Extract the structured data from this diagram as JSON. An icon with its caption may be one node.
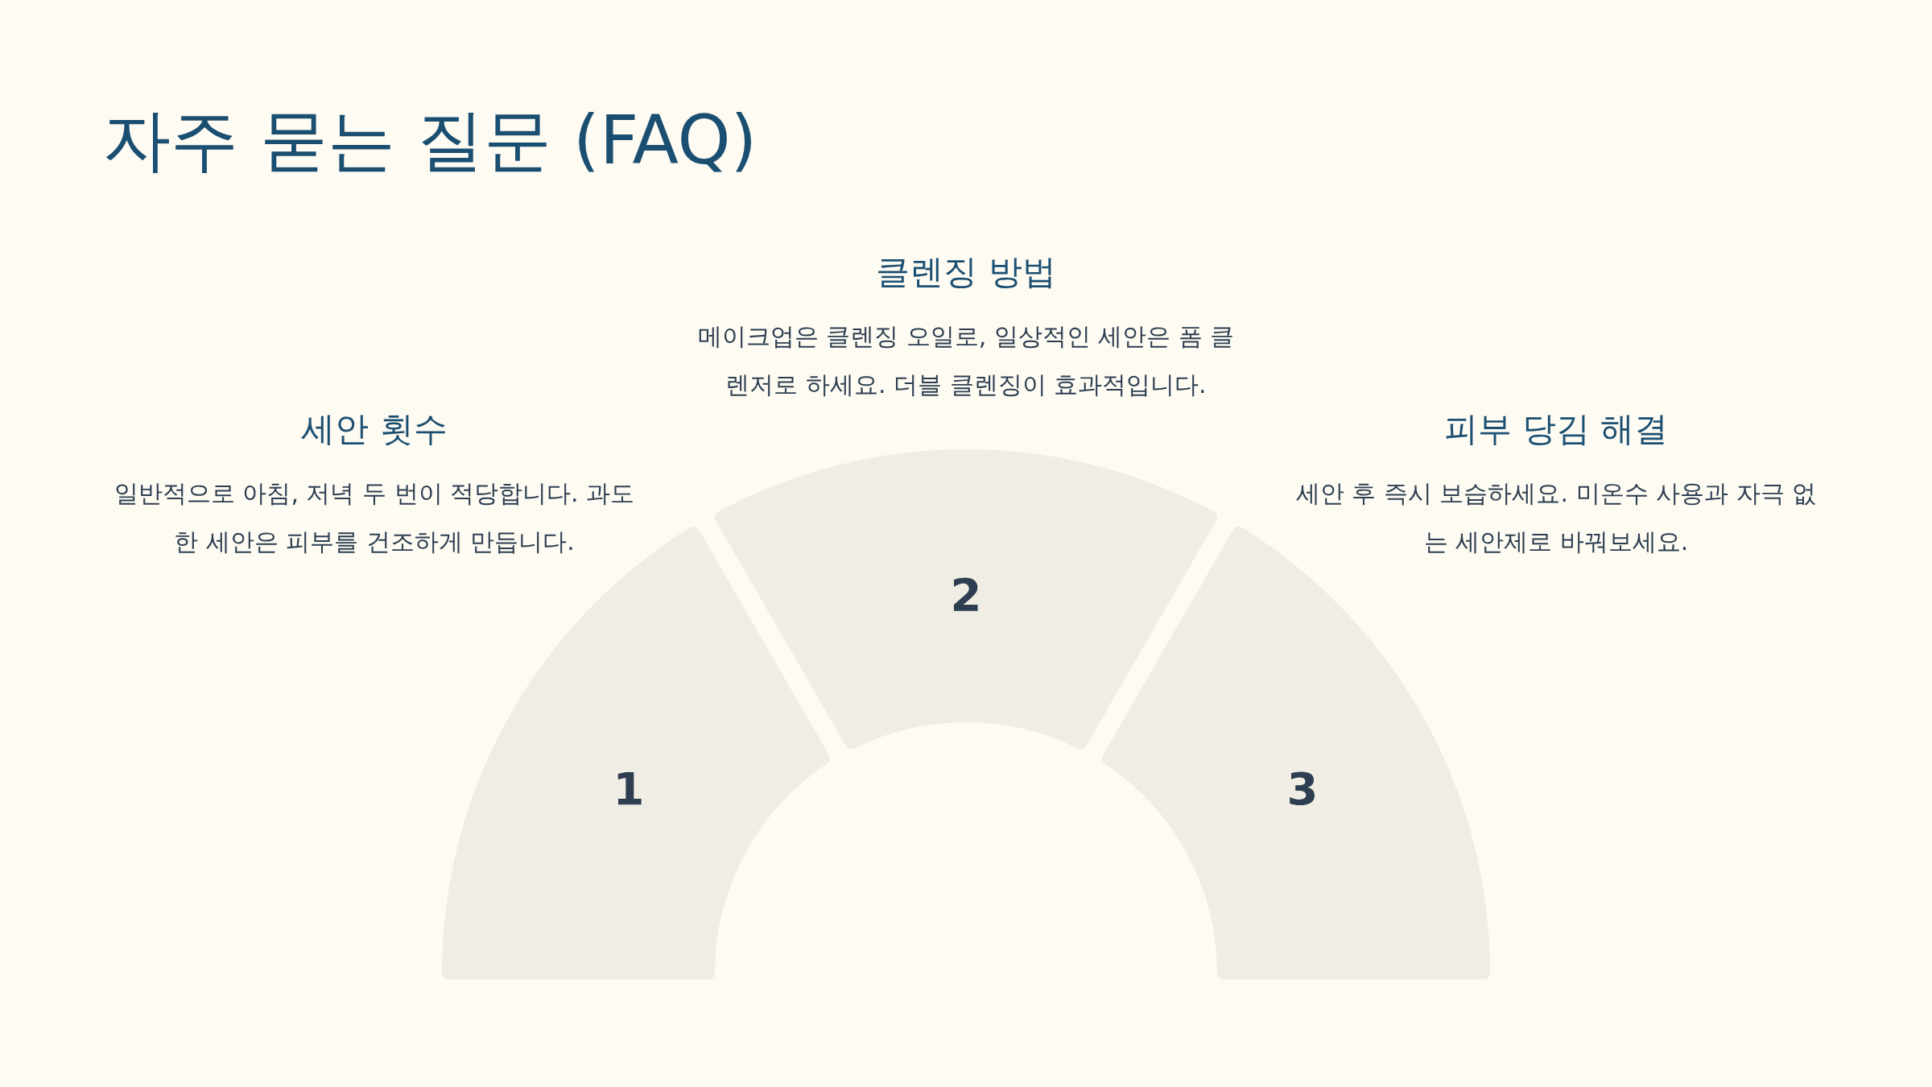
{
  "diagram": {
    "title": "자주 묻는 질문 (FAQ)",
    "nodes": [
      {
        "text": [
          "1"
        ],
        "beside": [
          "세안 횟수",
          "일반적으로 아침, 저녁 두 번이 적당합니다. 과도한 세안은 피부를 건조하게 만듭니다."
        ]
      },
      {
        "text": [
          "2"
        ],
        "beside": [
          "클렌징 방법",
          "메이크업은 클렌징 오일로, 일상적인 세안은 폼 클렌저로 하세요. 더블 클렌징이 효과적입니다."
        ]
      },
      {
        "text": [
          "3"
        ],
        "beside": [
          "피부 당김 해결",
          "세안 후 즉시 보습하세요. 미온수 사용과 자극 없는 세안제로 바꿔보세요."
        ]
      }
    ]
  }
}
